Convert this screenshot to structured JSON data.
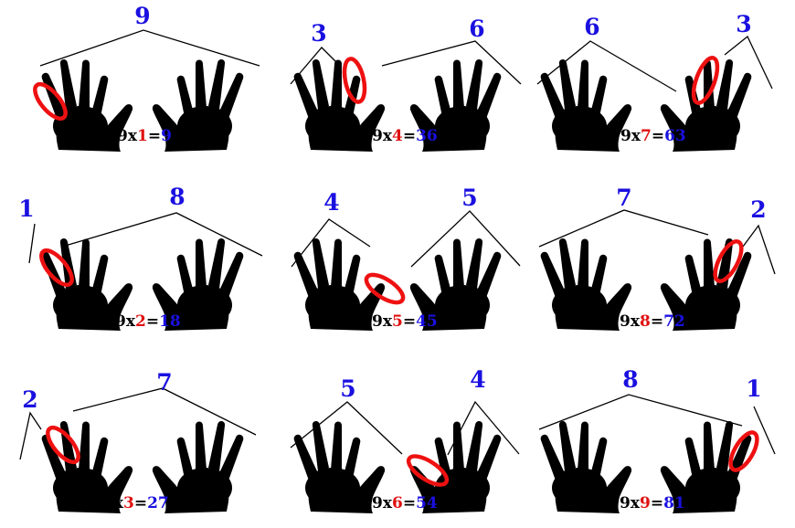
{
  "colors": {
    "count": "#1a10e0",
    "multiplier": "#e01010",
    "product": "#1a10e0",
    "prefix": "#000000",
    "ring": "#ee1111",
    "hand": "#000000"
  },
  "panels": [
    {
      "left_count": "",
      "right_count": "9",
      "eq_prefix": "9x",
      "multiplier": "1",
      "eq_sign": "=",
      "product": "9"
    },
    {
      "left_count": "3",
      "right_count": "6",
      "eq_prefix": "9x",
      "multiplier": "4",
      "eq_sign": "=",
      "product": "36"
    },
    {
      "left_count": "6",
      "right_count": "3",
      "eq_prefix": "9x",
      "multiplier": "7",
      "eq_sign": "=",
      "product": "63"
    },
    {
      "left_count": "1",
      "right_count": "8",
      "eq_prefix": "9x",
      "multiplier": "2",
      "eq_sign": "=",
      "product": "18"
    },
    {
      "left_count": "4",
      "right_count": "5",
      "eq_prefix": "9x",
      "multiplier": "5",
      "eq_sign": "=",
      "product": "45"
    },
    {
      "left_count": "7",
      "right_count": "2",
      "eq_prefix": "9x",
      "multiplier": "8",
      "eq_sign": "=",
      "product": "72"
    },
    {
      "left_count": "2",
      "right_count": "7",
      "eq_prefix": "9x",
      "multiplier": "3",
      "eq_sign": "=",
      "product": "27"
    },
    {
      "left_count": "5",
      "right_count": "4",
      "eq_prefix": "9x",
      "multiplier": "6",
      "eq_sign": "=",
      "product": "54"
    },
    {
      "left_count": "8",
      "right_count": "1",
      "eq_prefix": "9x",
      "multiplier": "9",
      "eq_sign": "=",
      "product": "81"
    }
  ]
}
